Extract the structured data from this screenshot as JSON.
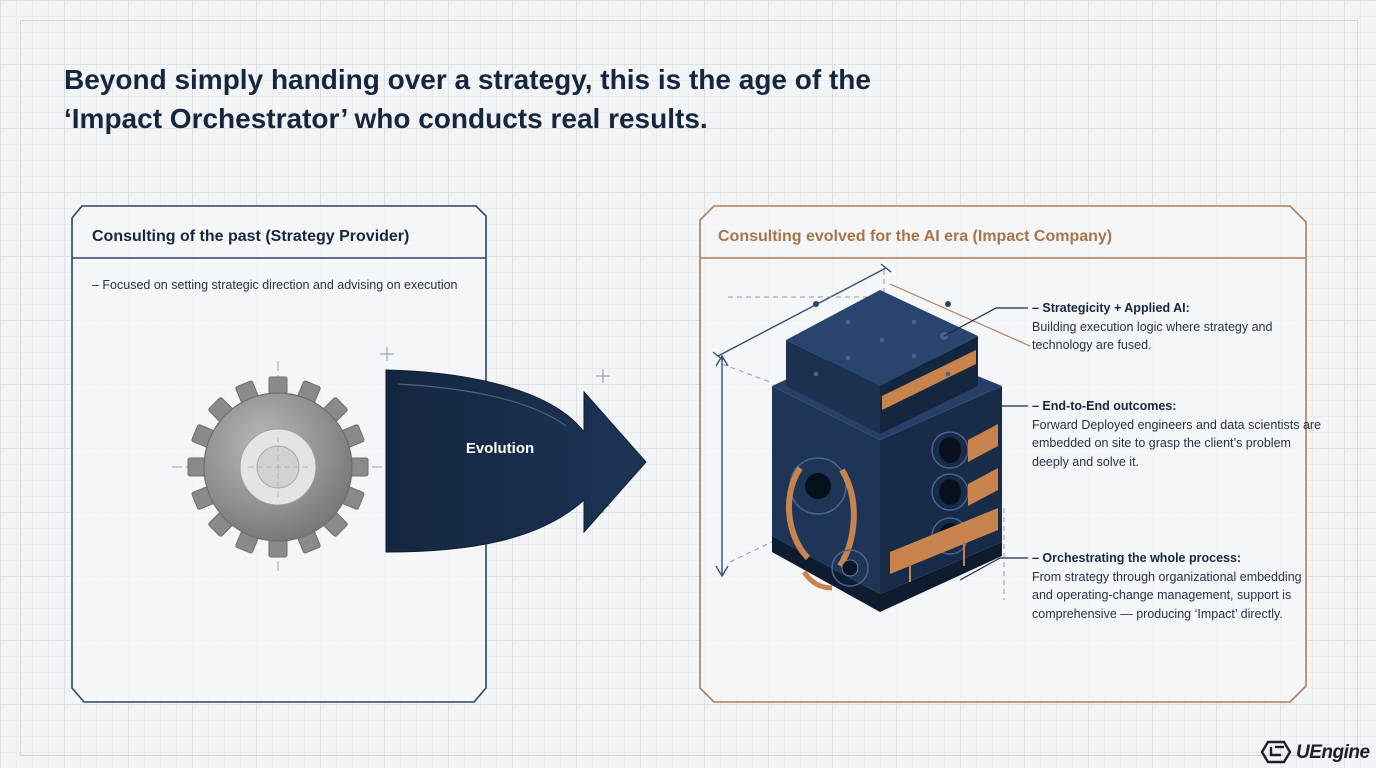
{
  "headline": {
    "line1": "Beyond simply handing over a strategy, this is the age of the",
    "line2": "‘Impact Orchestrator’ who conducts real results."
  },
  "left_panel": {
    "title": "Consulting of the past (Strategy Provider)",
    "description": "– Focused on setting strategic direction and advising on execution",
    "gear_icon": "gear-icon"
  },
  "arrow": {
    "label": "Evolution",
    "icon": "arrow-right-icon"
  },
  "right_panel": {
    "title": "Consulting evolved for the AI era (Impact Company)",
    "cube_icon": "isometric-engine-block-icon",
    "features": [
      {
        "title": "– Strategicity + Applied AI:",
        "body": "Building execution logic where strategy and technology are fused."
      },
      {
        "title": "– End-to-End outcomes:",
        "body": "Forward Deployed engineers and data scientists are embedded on site to grasp the client’s problem deeply and solve it."
      },
      {
        "title": "– Orchestrating the whole process:",
        "body": "From strategy through organizational embedding and operating-change management, support is comprehensive — producing ‘Impact’ directly."
      }
    ]
  },
  "brand": {
    "logo_text": "Engine",
    "logo_prefix": "U",
    "logo_icon": "uengine-logo-icon"
  },
  "colors": {
    "navy": "#17263f",
    "copper": "#c9844d",
    "panel_border_left": "#33496d",
    "panel_border_right": "#b07d55",
    "gear_gray": "#8f8f8f"
  }
}
